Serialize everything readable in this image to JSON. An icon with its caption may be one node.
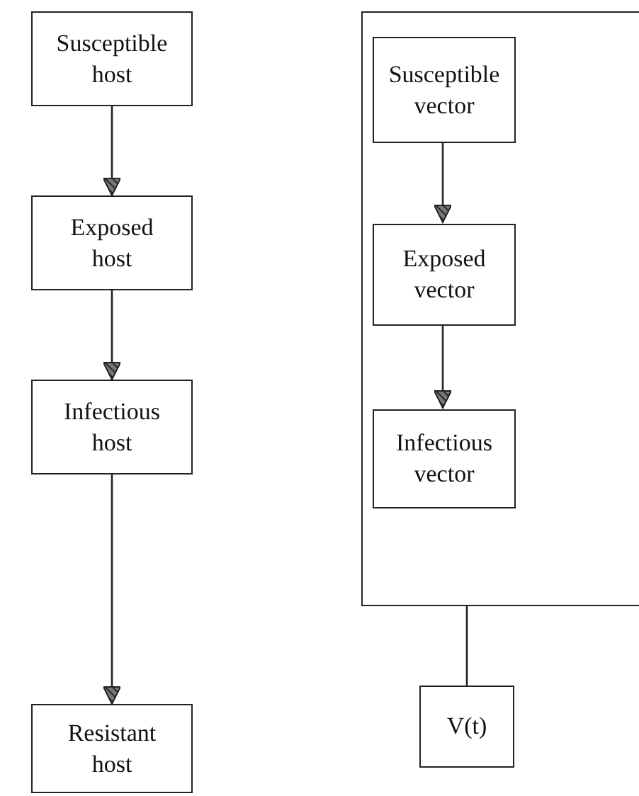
{
  "diagram": {
    "nodes": [
      {
        "text": [
          "Susceptible host"
        ]
      },
      {
        "text": [
          "Exposed host"
        ]
      },
      {
        "text": [
          "Infectious host"
        ]
      },
      {
        "text": [
          "Resistant host"
        ]
      },
      {
        "text": [],
        "shape": "box"
      },
      {
        "text": [
          "Susceptible vector"
        ],
        "in": 4
      },
      {
        "text": [
          "Exposed vector"
        ],
        "in": 4
      },
      {
        "text": [
          "Infectious vector"
        ],
        "in": 4
      },
      {
        "text": [
          "V(t)"
        ]
      }
    ],
    "edges": [
      {
        "from": 0,
        "to": 1,
        "arrow": "to"
      },
      {
        "from": 1,
        "to": 2,
        "arrow": "to"
      },
      {
        "from": 2,
        "to": 3,
        "arrow": "to"
      },
      {
        "from": 5,
        "to": 6,
        "arrow": "to"
      },
      {
        "from": 6,
        "to": 7,
        "arrow": "to"
      },
      {
        "from": 4,
        "to": 8,
        "arrow": "none"
      }
    ]
  }
}
